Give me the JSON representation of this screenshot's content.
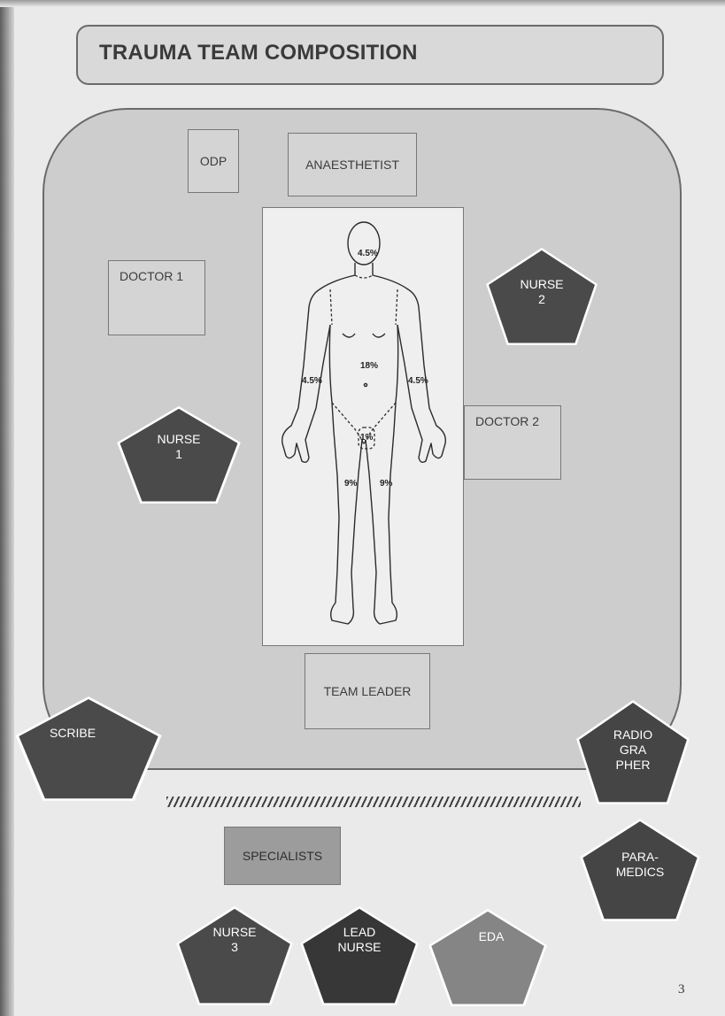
{
  "title": "TRAUMA TEAM COMPOSITION",
  "roles": {
    "odp": "ODP",
    "anaesthetist": "ANAESTHETIST",
    "doctor1": "DOCTOR 1",
    "doctor2": "DOCTOR 2",
    "team_leader": "TEAM LEADER",
    "specialists": "SPECIALISTS",
    "nurse1": [
      "NURSE",
      "1"
    ],
    "nurse2": [
      "NURSE",
      "2"
    ],
    "nurse3": [
      "NURSE",
      "3"
    ],
    "scribe": [
      "SCRIBE"
    ],
    "radiographer": [
      "RADIO",
      "GRA",
      "PHER"
    ],
    "paramedics": [
      "PARA-",
      "MEDICS"
    ],
    "lead_nurse": [
      "LEAD",
      "NURSE"
    ],
    "eda": [
      "EDA"
    ]
  },
  "body_percentages": {
    "head": "4.5%",
    "torso": "18%",
    "left_arm": "4.5%",
    "right_arm": "4.5%",
    "groin": "1%",
    "left_leg": "9%",
    "right_leg": "9%"
  },
  "page_number": "3",
  "colors": {
    "dark_pentagon": "#4a4a4a",
    "darkest_pentagon": "#373737",
    "light_pentagon": "#858585",
    "room_fill": "#cdcdcd"
  }
}
